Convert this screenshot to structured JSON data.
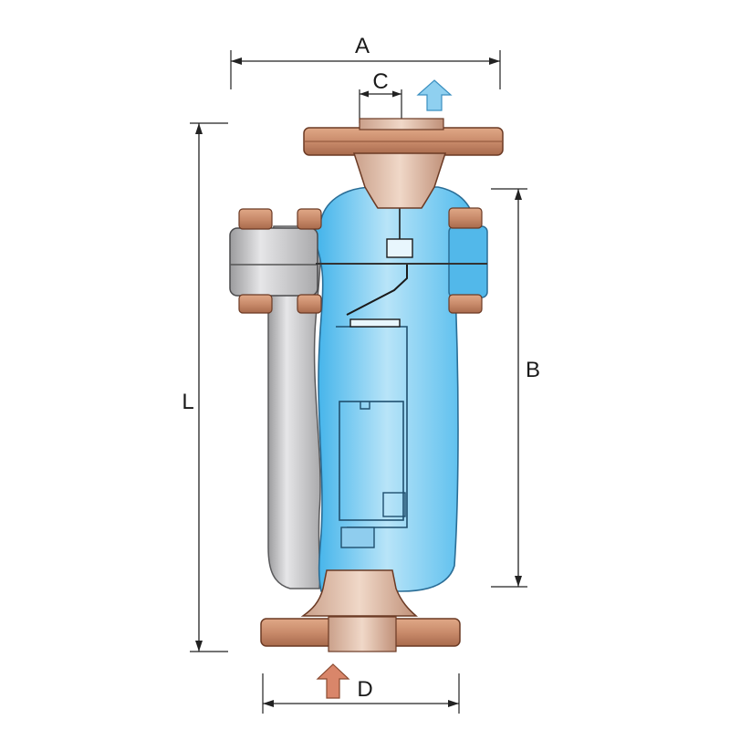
{
  "dimensions": {
    "a": "A",
    "b": "B",
    "c": "C",
    "d": "D",
    "l": "L"
  },
  "flow": {
    "outlet_icon": "arrow-up-icon",
    "inlet_icon": "arrow-up-icon"
  },
  "colors": {
    "flange": "#c98b6b",
    "body_cut": "#5cc0ee",
    "body_grey": "#c4c4c6",
    "outlet_arrow": "#8fd0f0",
    "inlet_arrow": "#d9866a"
  }
}
